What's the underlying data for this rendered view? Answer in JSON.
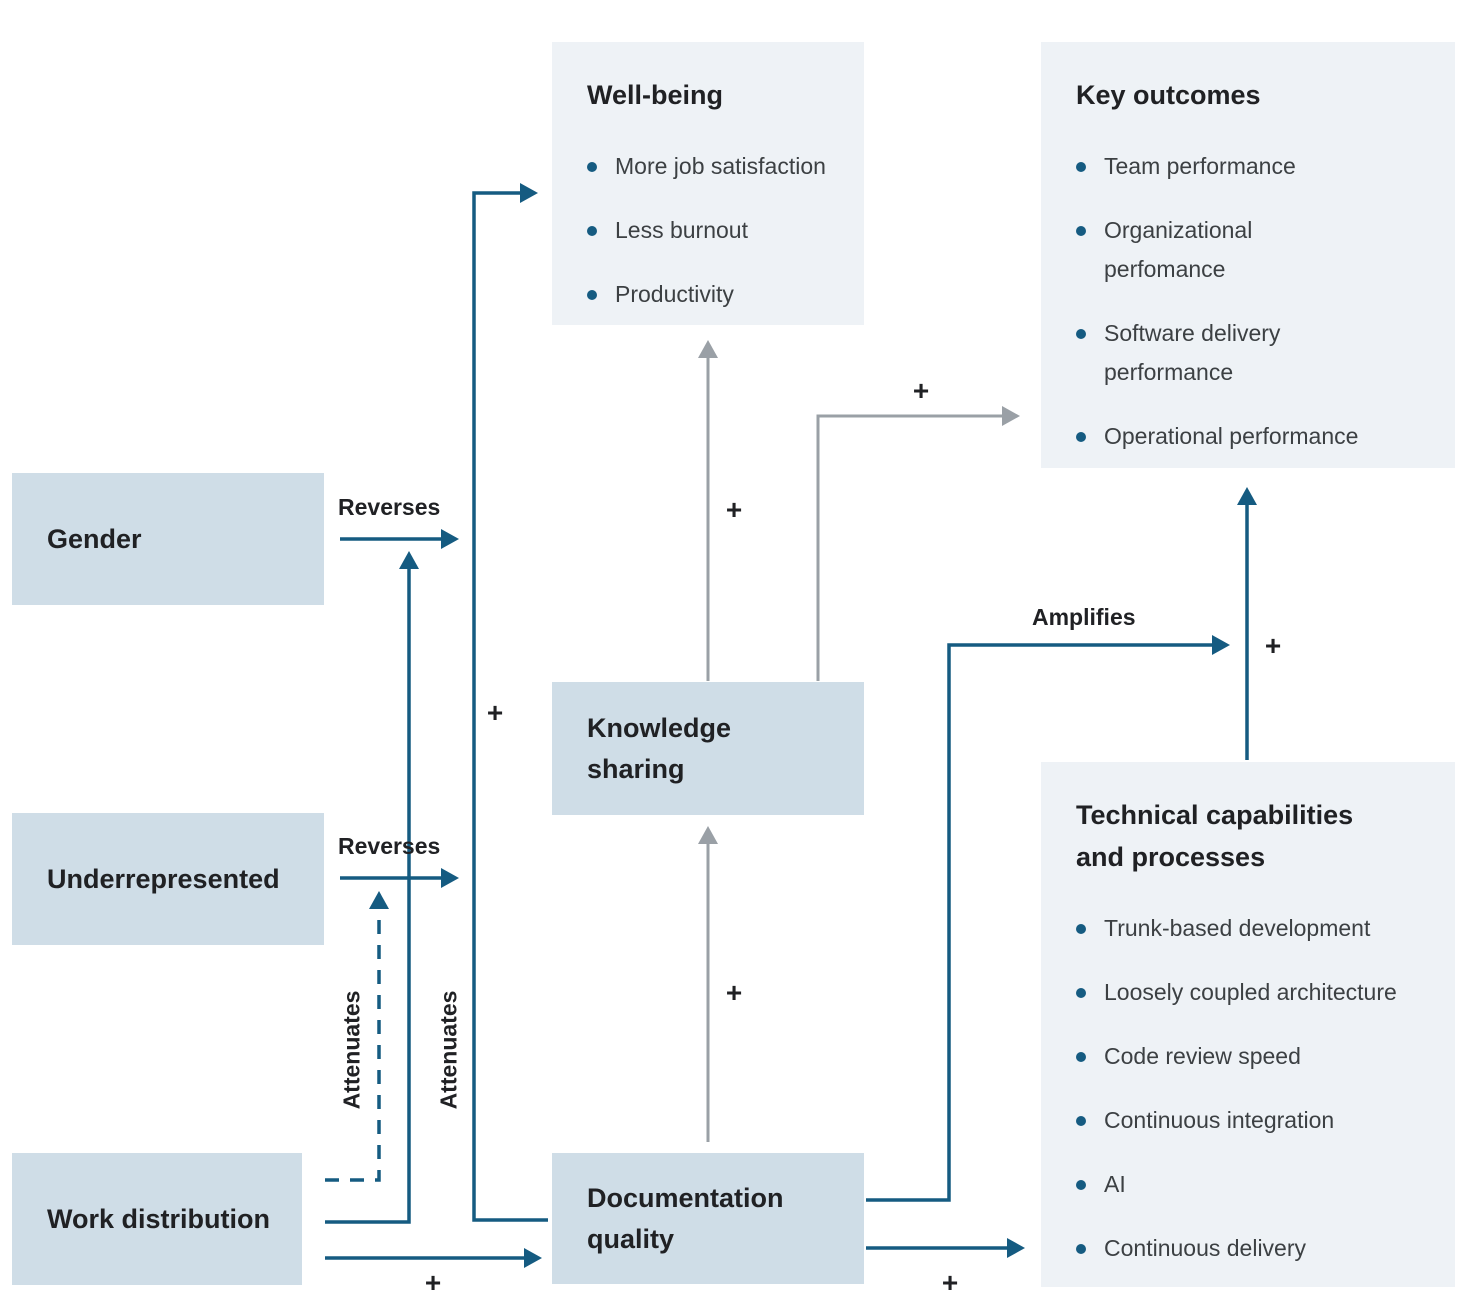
{
  "nodes": {
    "gender": {
      "label": "Gender"
    },
    "underrepresented": {
      "label": "Underrepresented"
    },
    "work_distribution": {
      "label": "Work distribution"
    },
    "knowledge_sharing": {
      "label": "Knowledge sharing"
    },
    "documentation_quality": {
      "label": "Documentation quality"
    }
  },
  "panels": {
    "well_being": {
      "title": "Well-being",
      "items": [
        "More job satisfaction",
        "Less burnout",
        "Productivity"
      ]
    },
    "key_outcomes": {
      "title": "Key outcomes",
      "items": [
        "Team performance",
        "Organizational perfomance",
        "Software delivery performance",
        "Operational performance"
      ]
    },
    "technical_capabilities": {
      "title": "Technical capabilities and processes",
      "items": [
        "Trunk-based development",
        "Loosely coupled architecture",
        "Code review speed",
        "Continuous integration",
        "AI",
        "Continuous delivery"
      ]
    }
  },
  "edge_labels": {
    "reverses_gender": "Reverses",
    "reverses_underrepresented": "Reverses",
    "attenuates_dashed": "Attenuates",
    "attenuates_solid": "Attenuates",
    "amplifies": "Amplifies",
    "plus": "+"
  },
  "colors": {
    "node_fill": "#cfdde7",
    "panel_fill": "#eef2f6",
    "arrow_blue": "#155b81",
    "arrow_gray": "#9aa0a6",
    "text": "#202124"
  }
}
